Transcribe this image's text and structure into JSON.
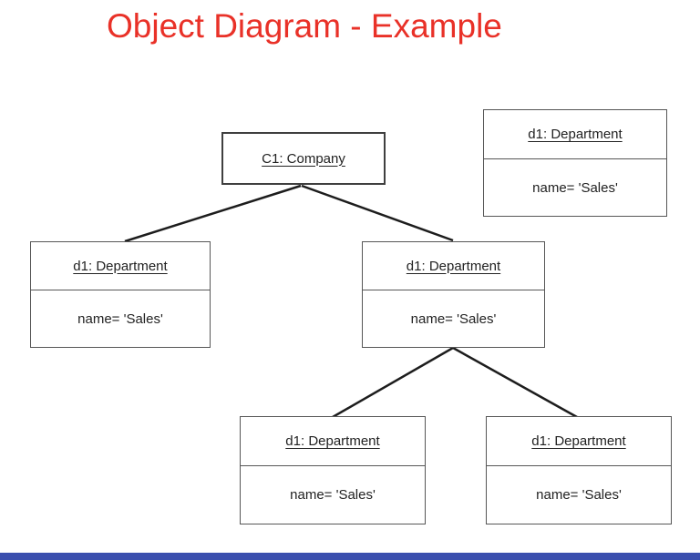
{
  "slide": {
    "title": "Object Diagram - Example",
    "title_color": "#e93128",
    "footer_bar_color": "#3b4fae",
    "background_color": "#ffffff"
  },
  "diagram": {
    "line_color": "#1d1d1d",
    "box_border_color": "#565656",
    "company_border_color": "#3f3f3f",
    "company": {
      "label": "C1: Company"
    },
    "departments": [
      {
        "position": "top-right",
        "title": "d1: Department",
        "attribute": "name= 'Sales'"
      },
      {
        "position": "left",
        "title": "d1: Department",
        "attribute": "name= 'Sales'"
      },
      {
        "position": "middle",
        "title": "d1: Department",
        "attribute": "name= 'Sales'"
      },
      {
        "position": "bottom-left",
        "title": "d1: Department",
        "attribute": "name= 'Sales'"
      },
      {
        "position": "bottom-right",
        "title": "d1: Department",
        "attribute": "name= 'Sales'"
      }
    ],
    "connections": [
      {
        "from": "company",
        "to": "dept-left"
      },
      {
        "from": "company",
        "to": "dept-middle"
      },
      {
        "from": "dept-middle",
        "to": "dept-bottom-left"
      },
      {
        "from": "dept-middle",
        "to": "dept-bottom-right"
      }
    ]
  }
}
